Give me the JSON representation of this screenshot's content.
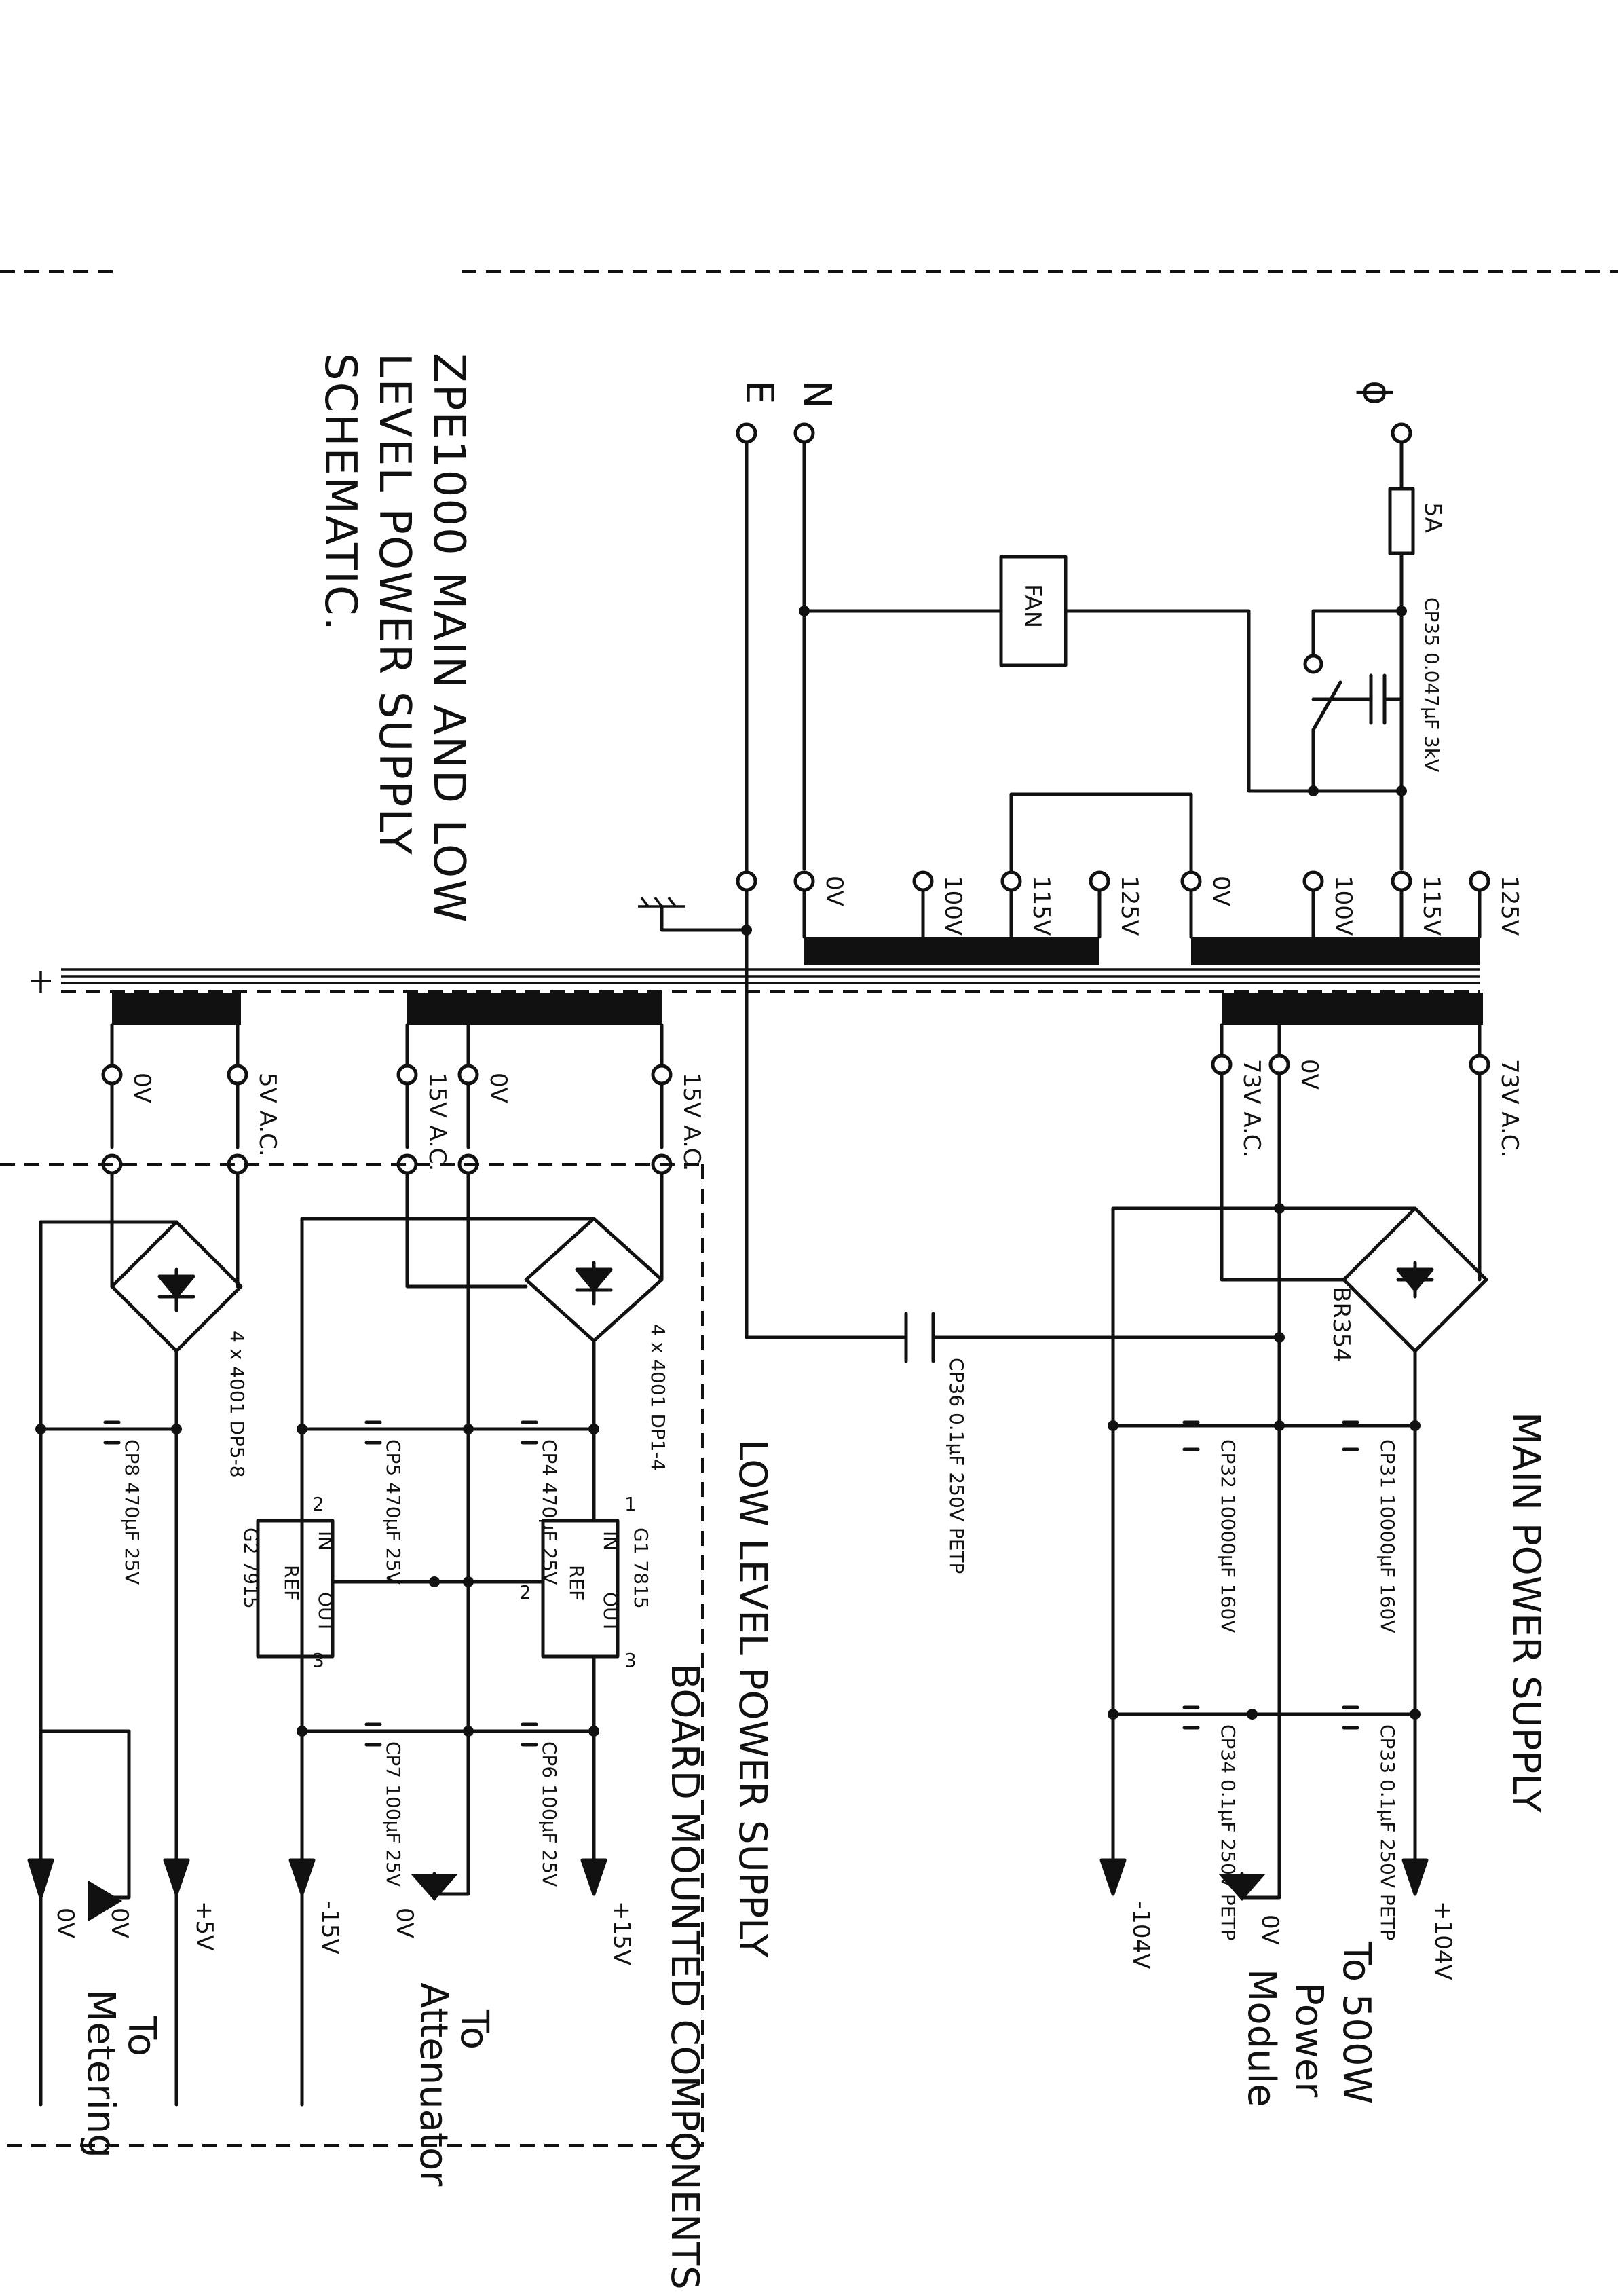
{
  "title": {
    "line1": "ZPE1000 MAIN AND LOW",
    "line2": "LEVEL POWER SUPPLY",
    "line3": "SCHEMATIC."
  },
  "mains": {
    "phase": "ϕ",
    "neutral": "N",
    "earth": "E",
    "fuse": "5A",
    "suppressor_cap": "CP35 0.047µF 3kV",
    "fan": "FAN"
  },
  "primary_taps": {
    "winding_a": [
      "0V",
      "100V",
      "115V",
      "125V"
    ],
    "winding_b": [
      "0V",
      "100V",
      "115V",
      "125V"
    ]
  },
  "main_supply": {
    "heading": "MAIN POWER SUPPLY",
    "secondary": [
      "73V A.C.",
      "0V",
      "73V A.C."
    ],
    "bridge": "BR354",
    "cp31": "CP31 10000µF 160V",
    "cp32": "CP32 10000µF 160V",
    "cp33": "CP33 0.1µF 250V PETP",
    "cp34": "CP34 0.1µF 250V PETP",
    "cp36": "CP36 0.1µF 250V PETP",
    "out_pos": "+104V",
    "out_gnd": "0V",
    "out_neg": "-104V",
    "destination": [
      "To 500W",
      "Power",
      "Module"
    ]
  },
  "low_level": {
    "heading": "LOW LEVEL POWER SUPPLY",
    "subheading": "BOARD MOUNTED COMPONENTS",
    "sec_15": [
      "15V A.C.",
      "0V",
      "15V A.C."
    ],
    "sec_5": [
      "5V A.C.",
      "0V"
    ],
    "bridge1": "4 x 4001 DP1-4",
    "bridge2": "4 x 4001 DP5-8",
    "cp4": "CP4 470µF 25V",
    "cp5": "CP5 470µF 25V",
    "cp6": "CP6 100µF 25V",
    "cp7": "CP7 100µF 25V",
    "cp8": "CP8 470µF 25V",
    "ic1": "G1 7815",
    "ic2": "G2 7915",
    "ic_in": "IN",
    "ic_out": "OUT",
    "ic_ref": "REF",
    "pin1": "1",
    "pin2": "2",
    "pin3": "3",
    "out_p15": "+15V",
    "out_0v": "0V",
    "out_m15": "-15V",
    "out_p5": "+5V",
    "out_0v_b": "0V",
    "out_0v_c": "0V",
    "dest_att": [
      "To",
      "Attenuator"
    ],
    "dest_met": [
      "To",
      "Metering"
    ]
  }
}
